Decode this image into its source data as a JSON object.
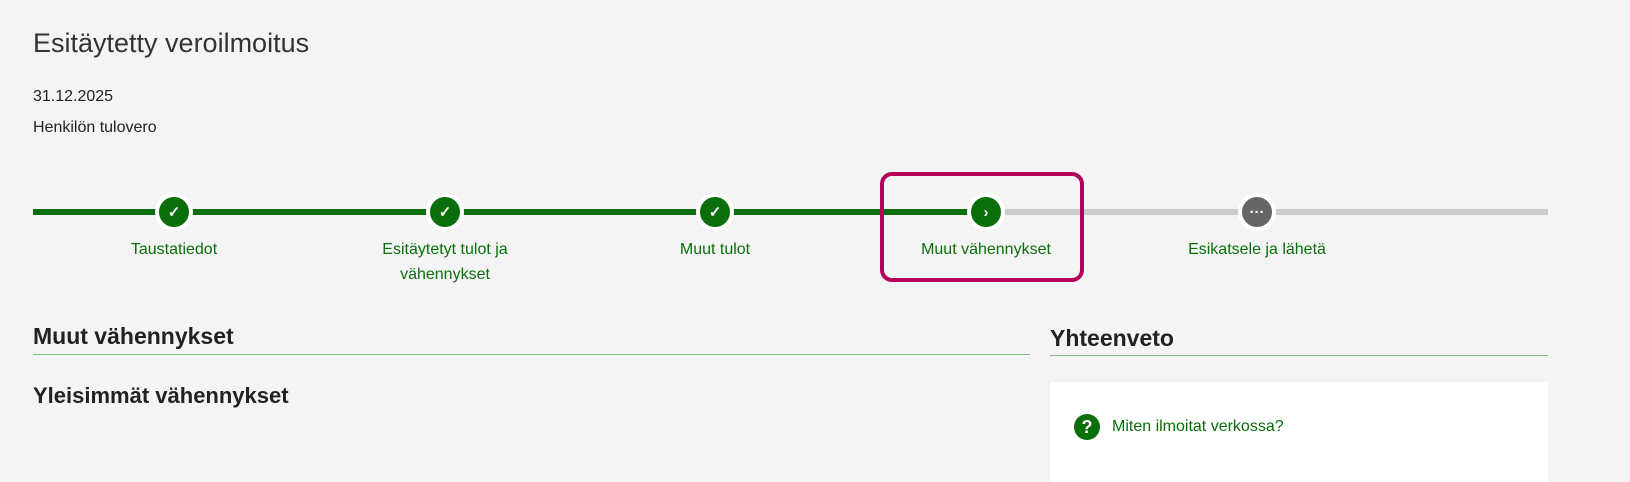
{
  "header": {
    "title": "Esitäytetty veroilmoitus",
    "date": "31.12.2025",
    "subtitle": "Henkilön tulovero"
  },
  "stepper": {
    "steps": [
      {
        "label": "Taustatiedot",
        "status": "done",
        "icon": "check-icon"
      },
      {
        "label": "Esitäytetyt tulot ja vähennykset",
        "status": "done",
        "icon": "check-icon"
      },
      {
        "label": "Muut tulot",
        "status": "done",
        "icon": "check-icon"
      },
      {
        "label": "Muut vähennykset",
        "status": "current",
        "icon": "chevron-right-icon"
      },
      {
        "label": "Esikatsele ja lähetä",
        "status": "pending",
        "icon": "more-icon"
      }
    ],
    "colors": {
      "done": "#0a6e0a",
      "pending": "#cccccc",
      "pending_dot": "#666666",
      "highlight": "#b5005a"
    }
  },
  "main": {
    "title": "Muut vähennykset",
    "subtitle": "Yleisimmät vähennykset"
  },
  "summary": {
    "title": "Yhteenveto",
    "help_link": "Miten ilmoitat verkossa?"
  }
}
